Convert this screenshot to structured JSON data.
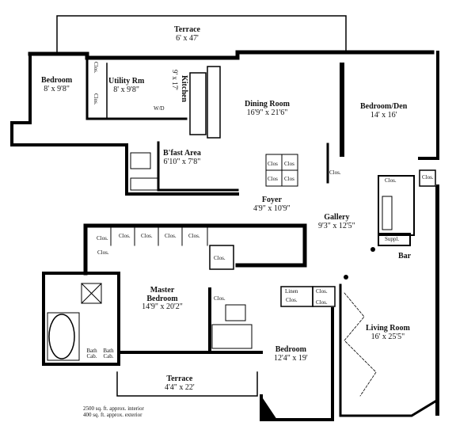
{
  "rooms": {
    "terrace_top": {
      "name": "Terrace",
      "dims": "6' x 47'"
    },
    "bedroom_nw": {
      "name": "Bedroom",
      "dims": "8' x 9'8\""
    },
    "utility": {
      "name": "Utility Rm",
      "dims": "8' x 9'8\""
    },
    "kitchen": {
      "name": "Kitchen",
      "dims": "9' x 17'"
    },
    "dining": {
      "name": "Dining Room",
      "dims": "16'9\" x 21'6\""
    },
    "bedroom_den": {
      "name": "Bedroom/Den",
      "dims": "14' x 16'"
    },
    "bfast": {
      "name": "B'fast Area",
      "dims": "6'10\" x 7'8\""
    },
    "foyer": {
      "name": "Foyer",
      "dims": "4'9\" x 10'9\""
    },
    "gallery": {
      "name": "Gallery",
      "dims": "9'3\" x 12'5\""
    },
    "bar": {
      "name": "Bar"
    },
    "master": {
      "name": "Master Bedroom",
      "dims": "14'9\" x 20'2\""
    },
    "living": {
      "name": "Living Room",
      "dims": "16' x 25'5\""
    },
    "bedroom_s": {
      "name": "Bedroom",
      "dims": "12'4\" x 19'"
    },
    "terrace_bottom": {
      "name": "Terrace",
      "dims": "4'4\" x 22'"
    }
  },
  "closets": {
    "clos_label": "Clos.",
    "linen_label": "Linen",
    "wd_label": "W/D",
    "supply_label": "Suppl.",
    "bath_cab_label": "Bath Cab.",
    "clos_short": "Clos"
  },
  "footnote": {
    "line1": "2500 sq. ft. approx. interior",
    "line2": "400 sq. ft. approx. exterior"
  }
}
